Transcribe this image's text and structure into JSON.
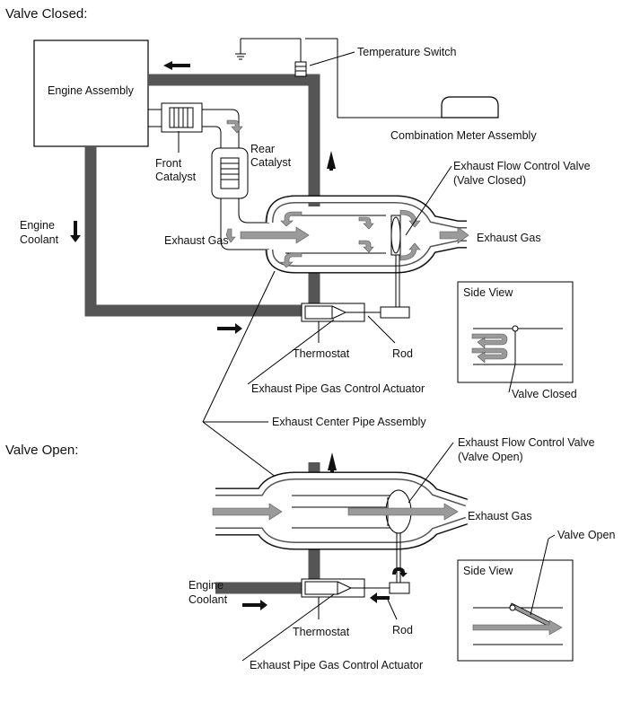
{
  "sections": {
    "closed_title": "Valve Closed:",
    "open_title": "Valve Open:"
  },
  "labels": {
    "engine_assembly": "Engine Assembly",
    "temperature_switch": "Temperature Switch",
    "combination_meter": "Combination Meter Assembly",
    "front_catalyst_1": "Front",
    "front_catalyst_2": "Catalyst",
    "rear_catalyst_1": "Rear",
    "rear_catalyst_2": "Catalyst",
    "engine_coolant_1": "Engine",
    "engine_coolant_2": "Coolant",
    "exhaust_gas_in": "Exhaust Gas",
    "exhaust_gas_out": "Exhaust Gas",
    "flow_valve_closed_1": "Exhaust Flow Control Valve",
    "flow_valve_closed_2": "(Valve Closed)",
    "side_view": "Side View",
    "valve_closed": "Valve Closed",
    "thermostat": "Thermostat",
    "rod": "Rod",
    "actuator": "Exhaust Pipe Gas Control Actuator",
    "center_pipe": "Exhaust Center Pipe Assembly",
    "flow_valve_open_1": "Exhaust Flow Control Valve",
    "flow_valve_open_2": "(Valve Open)",
    "exhaust_gas_open": "Exhaust Gas",
    "valve_open": "Valve Open",
    "side_view_open": "Side View",
    "engine_coolant_open_1": "Engine",
    "engine_coolant_open_2": "Coolant",
    "thermostat_open": "Thermostat",
    "rod_open": "Rod",
    "actuator_open": "Exhaust Pipe Gas Control Actuator"
  },
  "colors": {
    "pipe": "#555555",
    "flow_arrow": "#9a9a9a",
    "arrow": "#111111",
    "line": "#000000"
  }
}
